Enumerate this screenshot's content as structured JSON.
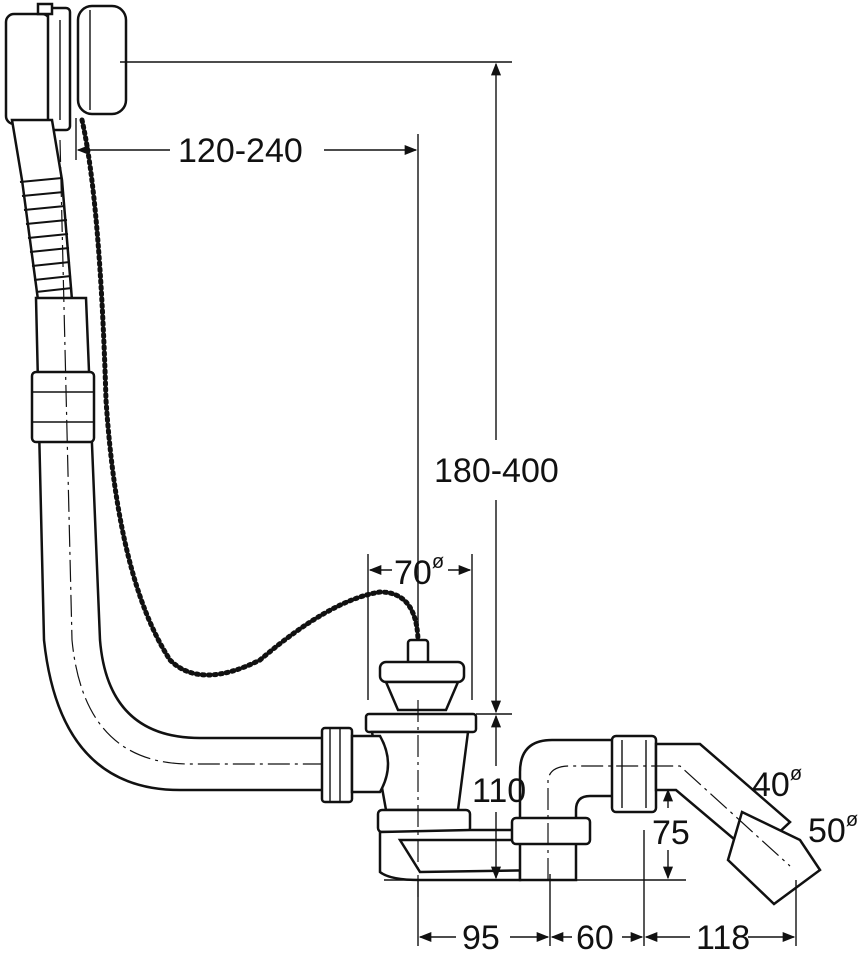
{
  "dimensions": {
    "chain_span": "120-240",
    "overflow_height": "180-400",
    "plug_diameter": "70",
    "drain_height": "110",
    "outlet_height": "75",
    "outlet_inner_diameter": "40",
    "outlet_outer_diameter": "50",
    "offset_1": "95",
    "offset_2": "60",
    "offset_3": "118",
    "diameter_symbol": "ø"
  }
}
